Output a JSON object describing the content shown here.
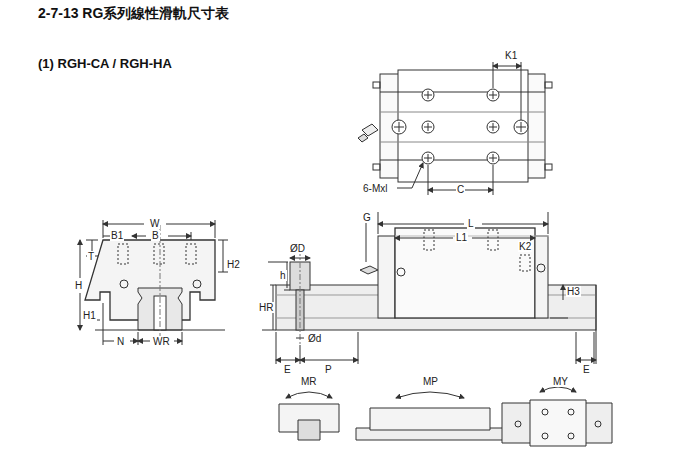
{
  "diagram": {
    "title": "2-7-13 RG系列線性滑軌尺寸表",
    "labels": [
      "(1) RGH-CA / RGH-HA",
      "K1",
      "6-Mxl",
      "C",
      "W",
      "B1",
      "B",
      "T",
      "H2",
      "H",
      "H1",
      "N",
      "WR",
      "G",
      "L",
      "L1",
      "K2",
      "H3",
      "ØD",
      "h",
      "HR",
      "Ød",
      "E",
      "P",
      "E",
      "MR",
      "MP",
      "MY"
    ]
  }
}
